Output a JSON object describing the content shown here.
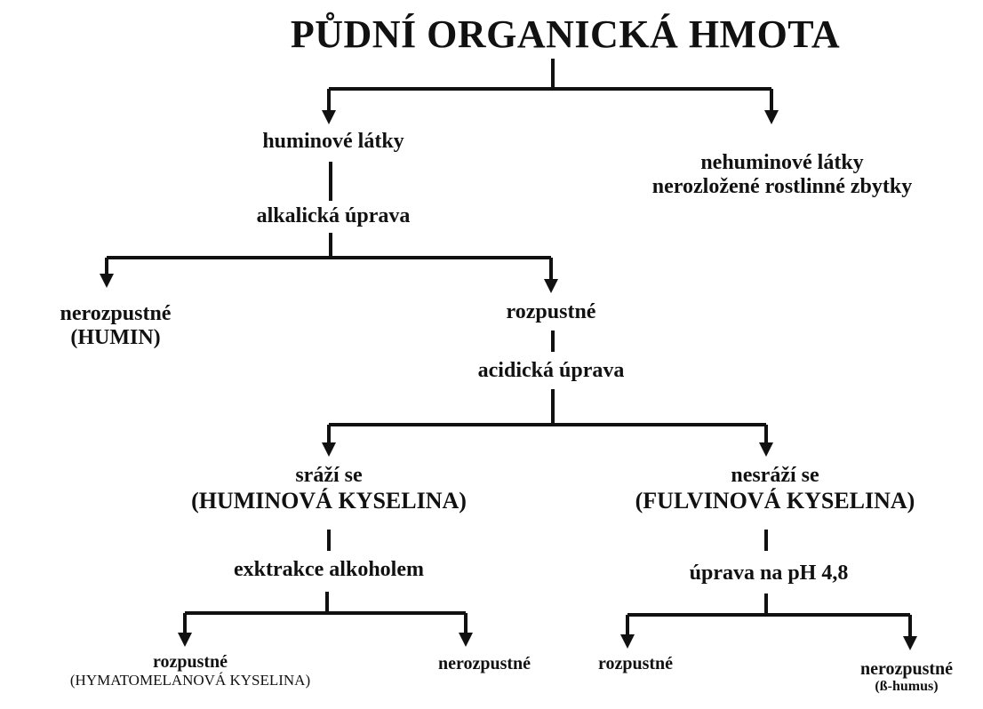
{
  "title": "PŮDNÍ ORGANICKÁ HMOTA",
  "nodes": {
    "huminove": "huminové látky",
    "nehuminove_1": "nehuminové látky",
    "nehuminove_2": "nerozložené rostlinné zbytky",
    "alkalicka": "alkalická úprava",
    "nerozpustne_humin_1": "nerozpustné",
    "nerozpustne_humin_2": "(HUMIN)",
    "rozpustne_1": "rozpustné",
    "acidicka": "acidická úprava",
    "srazi_1": "sráží se",
    "srazi_2": "(HUMINOVÁ KYSELINA)",
    "nesrazi_1": "nesráží se",
    "nesrazi_2": "(FULVINOVÁ KYSELINA)",
    "extrakce": "exktrakce alkoholem",
    "uprava_ph": "úprava na pH 4,8",
    "rozpustne_hym_1": "rozpustné",
    "rozpustne_hym_2": "(HYMATOMELANOVÁ KYSELINA)",
    "nerozpustne_left": "nerozpustné",
    "rozpustne_right": "rozpustné",
    "nerozpustne_beta_1": "nerozpustné",
    "nerozpustne_beta_2": "(ß-humus)"
  }
}
